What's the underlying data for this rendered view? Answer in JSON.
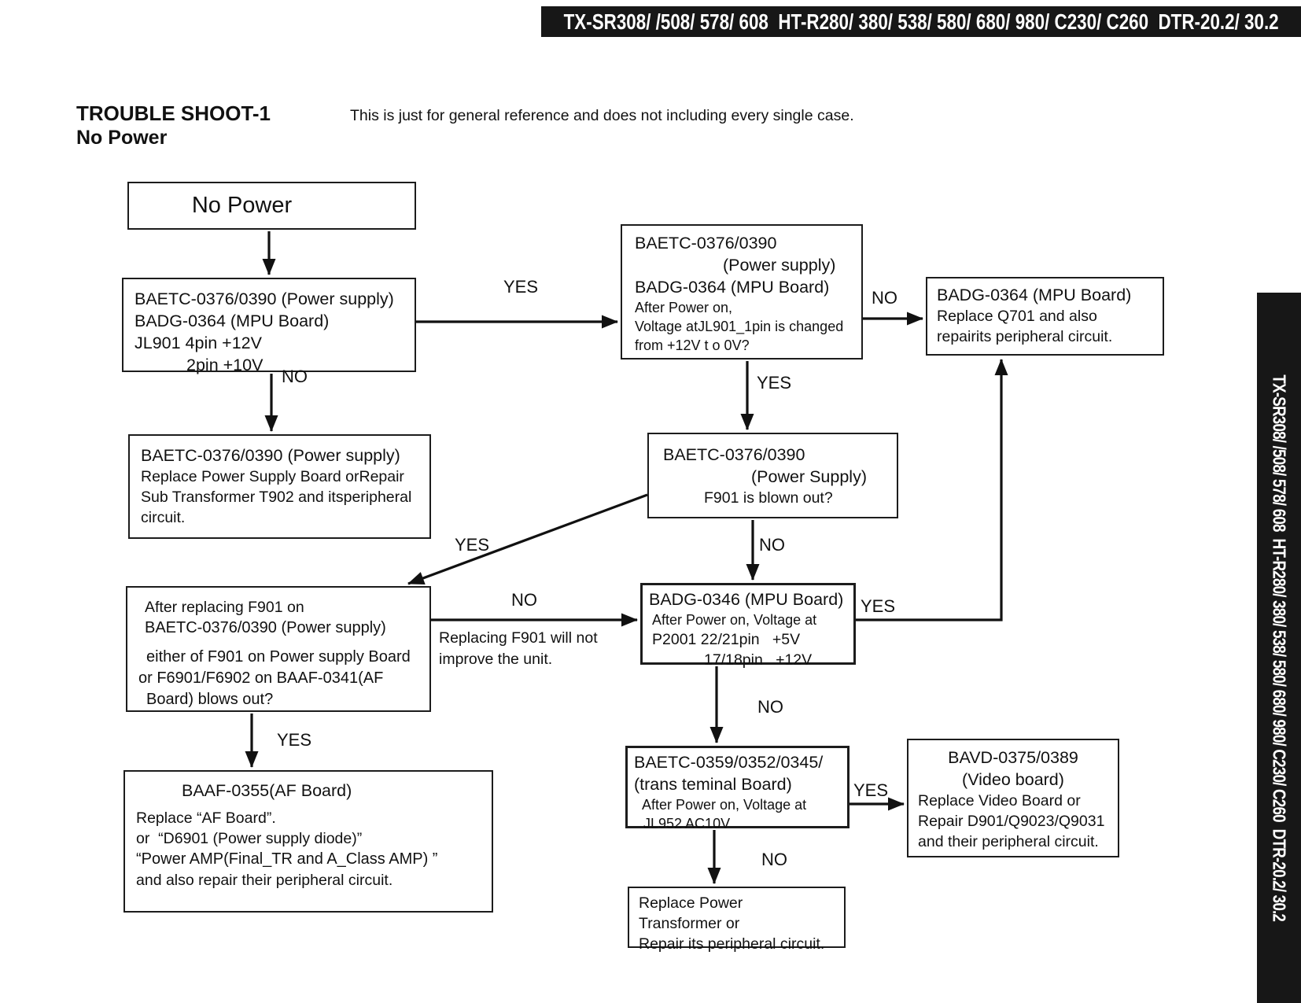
{
  "header": {
    "banner_models": "TX-SR308/ /508/ 578/ 608  HT-R280/ 380/ 538/ 580/ 680/ 980/ C230/ C260  DTR-20.2/ 30.2",
    "title_line1": "TROUBLE SHOOT-1",
    "title_line2": "No Power",
    "subtitle": "This is just for general reference and does not including every single case."
  },
  "side_banner": {
    "models": "TX-SR308/ /508/ 578/ 608  HT-R280/ 380/ 538/ 580/ 680/ 980/ C230/ C260  DTR-20.2/ 30.2"
  },
  "flowchart": {
    "boxes": {
      "b1": {
        "t": "No Power"
      },
      "b2": {
        "l1": "BAETC-0376/0390 (Power supply)",
        "l2": "BADG-0364 (MPU Board)",
        "l3": "JL901 4pin +12V",
        "l4": "2pin +10V"
      },
      "b3": {
        "l1": "BAETC-0376/0390",
        "l2": "(Power supply)",
        "l3": "BADG-0364 (MPU Board)",
        "l4": "After Power on,",
        "l5": "Voltage atJL901_1pin is changed",
        "l6": "from +12V t o 0V?"
      },
      "b4": {
        "l1": "BADG-0364 (MPU Board)",
        "l2": "Replace Q701 and also",
        "l3": "repairits peripheral circuit."
      },
      "b5": {
        "l1": "BAETC-0376/0390 (Power supply)",
        "l2": "Replace Power Supply Board orRepair",
        "l3": "Sub Transformer T902 and itsperipheral",
        "l4": "circuit."
      },
      "b6": {
        "l1": "BAETC-0376/0390",
        "l2": "(Power Supply)",
        "l3": "F901 is blown out?"
      },
      "b7": {
        "l1": "After replacing F901 on",
        "l2": "BAETC-0376/0390 (Power supply)",
        "l3": "either of F901 on Power supply Board",
        "l4": "or F6901/F6902 on BAAF-0341(AF",
        "l5": "Board) blows out?"
      },
      "b8": {
        "l1": "BADG-0346 (MPU Board)",
        "l2": "After Power on, Voltage at",
        "l3": "P2001 22/21pin   +5V",
        "l4": "17/18pin   +12V"
      },
      "b9": {
        "l1": "BAETC-0359/0352/0345/",
        "l2": "(trans teminal Board)",
        "l3": "After Power on, Voltage at",
        "l4": "JL952 AC10V"
      },
      "b10": {
        "l1": "BAVD-0375/0389",
        "l2": "(Video board)",
        "l3": "Replace Video Board or",
        "l4": "Repair D901/Q9023/Q9031",
        "l5": "and their peripheral circuit."
      },
      "b11": {
        "l1": "BAAF-0355(AF Board)",
        "l2": "Replace “AF Board”.",
        "l3": "or  “D6901 (Power supply diode)”",
        "l4": "“Power AMP(Final_TR and A_Class AMP) ”",
        "l5": "and also repair their peripheral circuit."
      },
      "b12": {
        "l1": "Replace Power",
        "l2": "Transformer or",
        "l3": "Repair its peripheral circuit."
      }
    },
    "labels": {
      "yes_b2_b3": "YES",
      "no_b2_b5": "NO",
      "yes_b3_b6": "YES",
      "no_b3_b4": "NO",
      "yes_b6_b7": "YES",
      "no_b7_b8": "NO",
      "note_line1": "Replacing F901 will not",
      "note_line2": "improve the unit.",
      "no_b6_b8": "NO",
      "yes_b8_b4": "YES",
      "no_b8_b9": "NO",
      "yes_b9_b10": "YES",
      "no_b9_b12": "NO",
      "yes_b7_b11": "YES"
    }
  }
}
